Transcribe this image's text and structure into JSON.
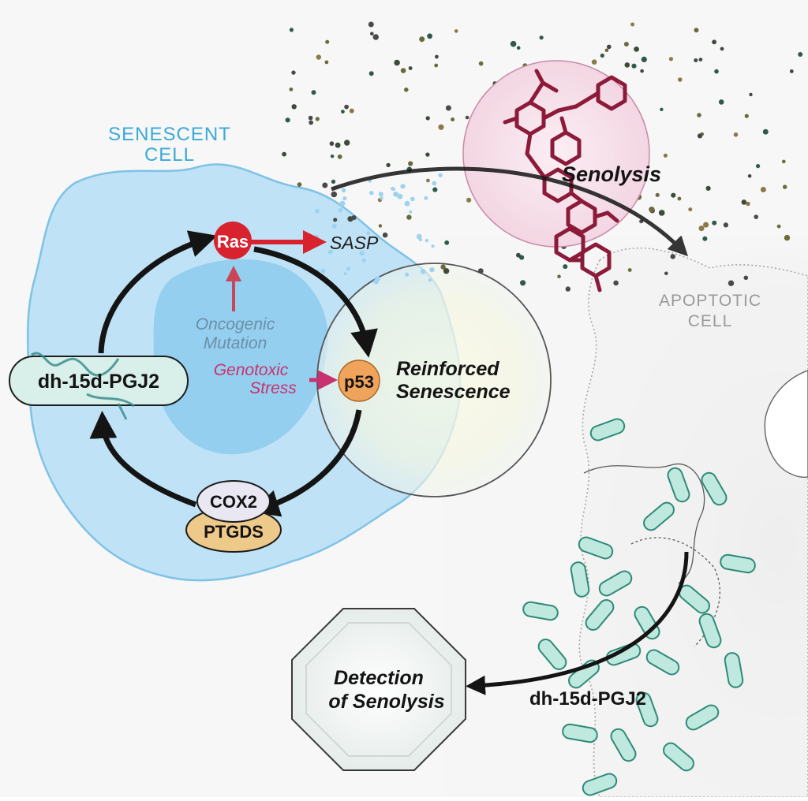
{
  "labels": {
    "senescent_cell_line1": "SENESCENT",
    "senescent_cell_line2": "CELL",
    "ras": "Ras",
    "sasp": "SASP",
    "oncogenic_line1": "Oncogenic",
    "oncogenic_line2": "Mutation",
    "genotoxic_line1": "Genotoxic",
    "genotoxic_line2": "Stress",
    "p53": "p53",
    "reinforced_line1": "Reinforced",
    "reinforced_line2": "Senescence",
    "dh15d_left": "dh-15d-PGJ2",
    "cox2": "COX2",
    "ptgds": "PTGDS",
    "senolysis": "Senolysis",
    "apoptotic_line1": "APOPTOTIC",
    "apoptotic_line2": "CELL",
    "detection_line1": "Detection",
    "detection_line2": "of Senolysis",
    "dh15d_right": "dh-15d-PGJ2"
  },
  "colors": {
    "cell_fill": "#bfe2f6",
    "cell_edge": "#7fc2e6",
    "nucleus_fill": "#8ccbee",
    "senescent_text": "#3aa9d9",
    "ras_fill": "#d8232f",
    "p53_fill": "#f0a35a",
    "cox2_fill": "#e9e7f2",
    "ptgds_fill": "#edc98a",
    "dh15d_fill": "#d9efe9",
    "molecule": "#8c1a3a",
    "senolysis_circle": "#f7e0ea",
    "genotoxic_text": "#c8326e",
    "oncogenic_text": "#6b8fa8",
    "particle_fill": "#bfe8de",
    "particle_edge": "#2f8a78",
    "apoptotic_text": "#9a9a9a"
  }
}
